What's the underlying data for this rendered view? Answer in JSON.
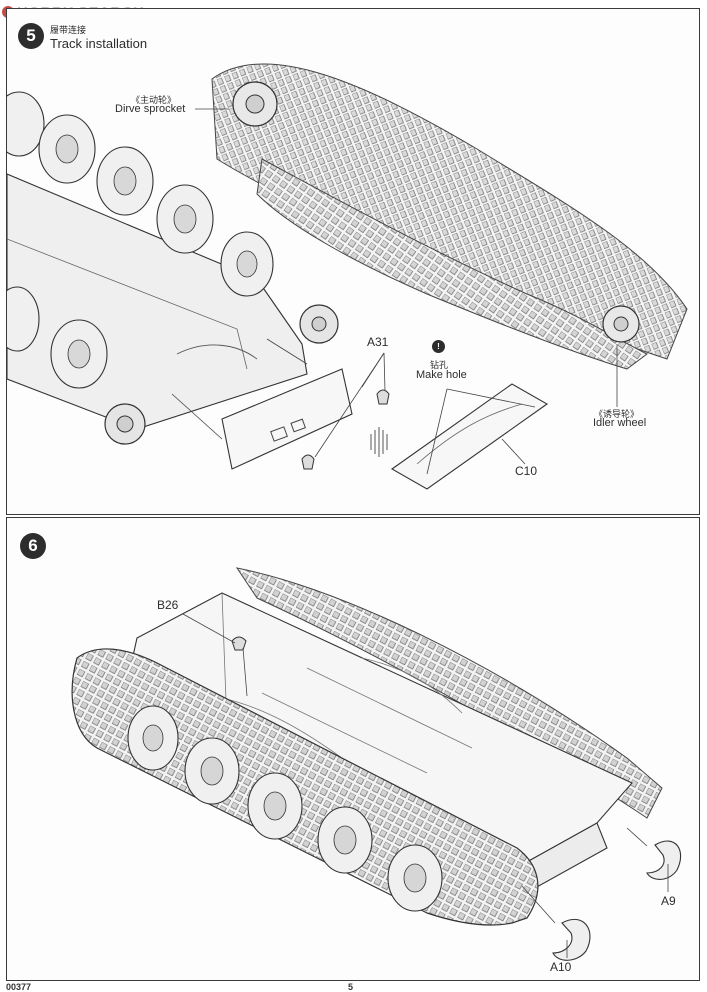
{
  "watermark": {
    "brand": "HOBBY SEARCH"
  },
  "step5": {
    "number": "5",
    "title_cn": "履带连接",
    "title_en": "Track installation",
    "drive_sprocket_cn": "《主动轮》",
    "drive_sprocket_en": "Dirve sprocket",
    "idler_cn": "《诱导轮》",
    "idler_en": "Idler wheel",
    "part_a31": "A31",
    "hole_note_icon": "!",
    "hole_cn": "钻孔",
    "hole_en": "Make hole",
    "part_c10": "C10"
  },
  "step6": {
    "number": "6",
    "part_b26": "B26",
    "part_a9": "A9",
    "part_a10": "A10"
  },
  "footer": {
    "left": "00377",
    "center": "5"
  },
  "icons": {
    "watermark_icon": "hobby-search-logo-icon",
    "caution_icon": "exclamation-icon"
  }
}
